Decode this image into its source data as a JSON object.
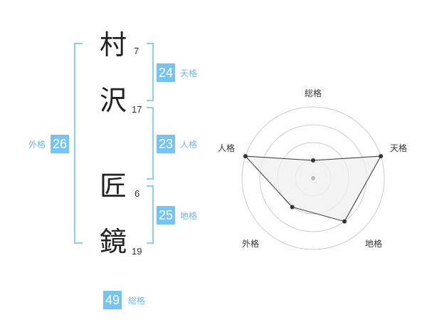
{
  "name": {
    "characters": [
      {
        "char": "村",
        "strokes": "7"
      },
      {
        "char": "沢",
        "strokes": "17"
      },
      {
        "char": "匠",
        "strokes": "6"
      },
      {
        "char": "鏡",
        "strokes": "19"
      }
    ]
  },
  "fortunes": {
    "tenkaku": {
      "value": "24",
      "label": "天格"
    },
    "jinkaku": {
      "value": "23",
      "label": "人格"
    },
    "chikaku": {
      "value": "25",
      "label": "地格"
    },
    "gaikaku": {
      "value": "26",
      "label": "外格"
    },
    "soukaku": {
      "value": "49",
      "label": "総格"
    }
  },
  "radar": {
    "axes": [
      "総格",
      "天格",
      "地格",
      "外格",
      "人格"
    ],
    "values": [
      1,
      4,
      3,
      2,
      4
    ],
    "max": 4,
    "colors": {
      "grid": "#cccccc",
      "fill": "#f0f0f0",
      "line": "#333333",
      "point": "#333333",
      "center": "#bbbbbb"
    }
  }
}
